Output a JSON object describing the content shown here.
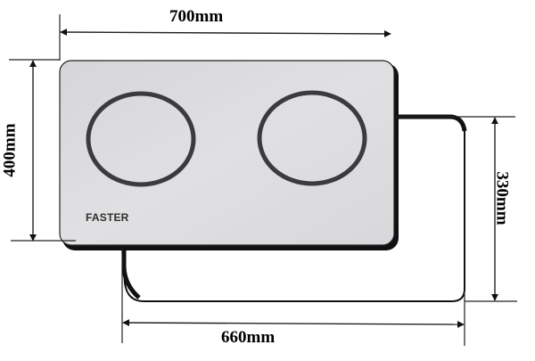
{
  "diagram": {
    "type": "dimension-drawing",
    "subject": "two-burner built-in cooktop",
    "brand_label": "FASTER",
    "dimensions": {
      "overall_width": {
        "label": "700mm",
        "value": 700,
        "unit": "mm"
      },
      "overall_depth": {
        "label": "400mm",
        "value": 400,
        "unit": "mm"
      },
      "cutout_width": {
        "label": "660mm",
        "value": 660,
        "unit": "mm"
      },
      "cutout_depth": {
        "label": "330mm",
        "value": 330,
        "unit": "mm"
      }
    },
    "burners": [
      {
        "name": "left-burner"
      },
      {
        "name": "right-burner"
      }
    ],
    "colors": {
      "panel_fill": "#dcdcde",
      "burner_ring": "#3b3b3d",
      "outline": "#111111",
      "dimension_line": "#222222"
    }
  }
}
